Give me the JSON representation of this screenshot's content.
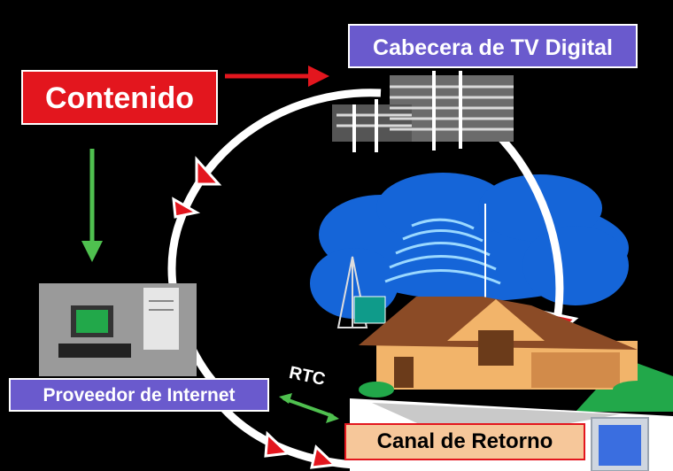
{
  "labels": {
    "headend": "Cabecera de TV Digital",
    "content": "Contenido",
    "isp": "Proveedor de Internet",
    "return_channel": "Canal de Retorno",
    "rtc": "RTC"
  },
  "colors": {
    "background": "#000000",
    "label_blue": "#6a5acd",
    "label_red": "#e3161e",
    "label_peach": "#f6c79a",
    "arrow_red": "#e3161e",
    "arrow_green": "#4fc04f",
    "cloud_blue": "#1565d8",
    "ring": "#ffffff"
  }
}
